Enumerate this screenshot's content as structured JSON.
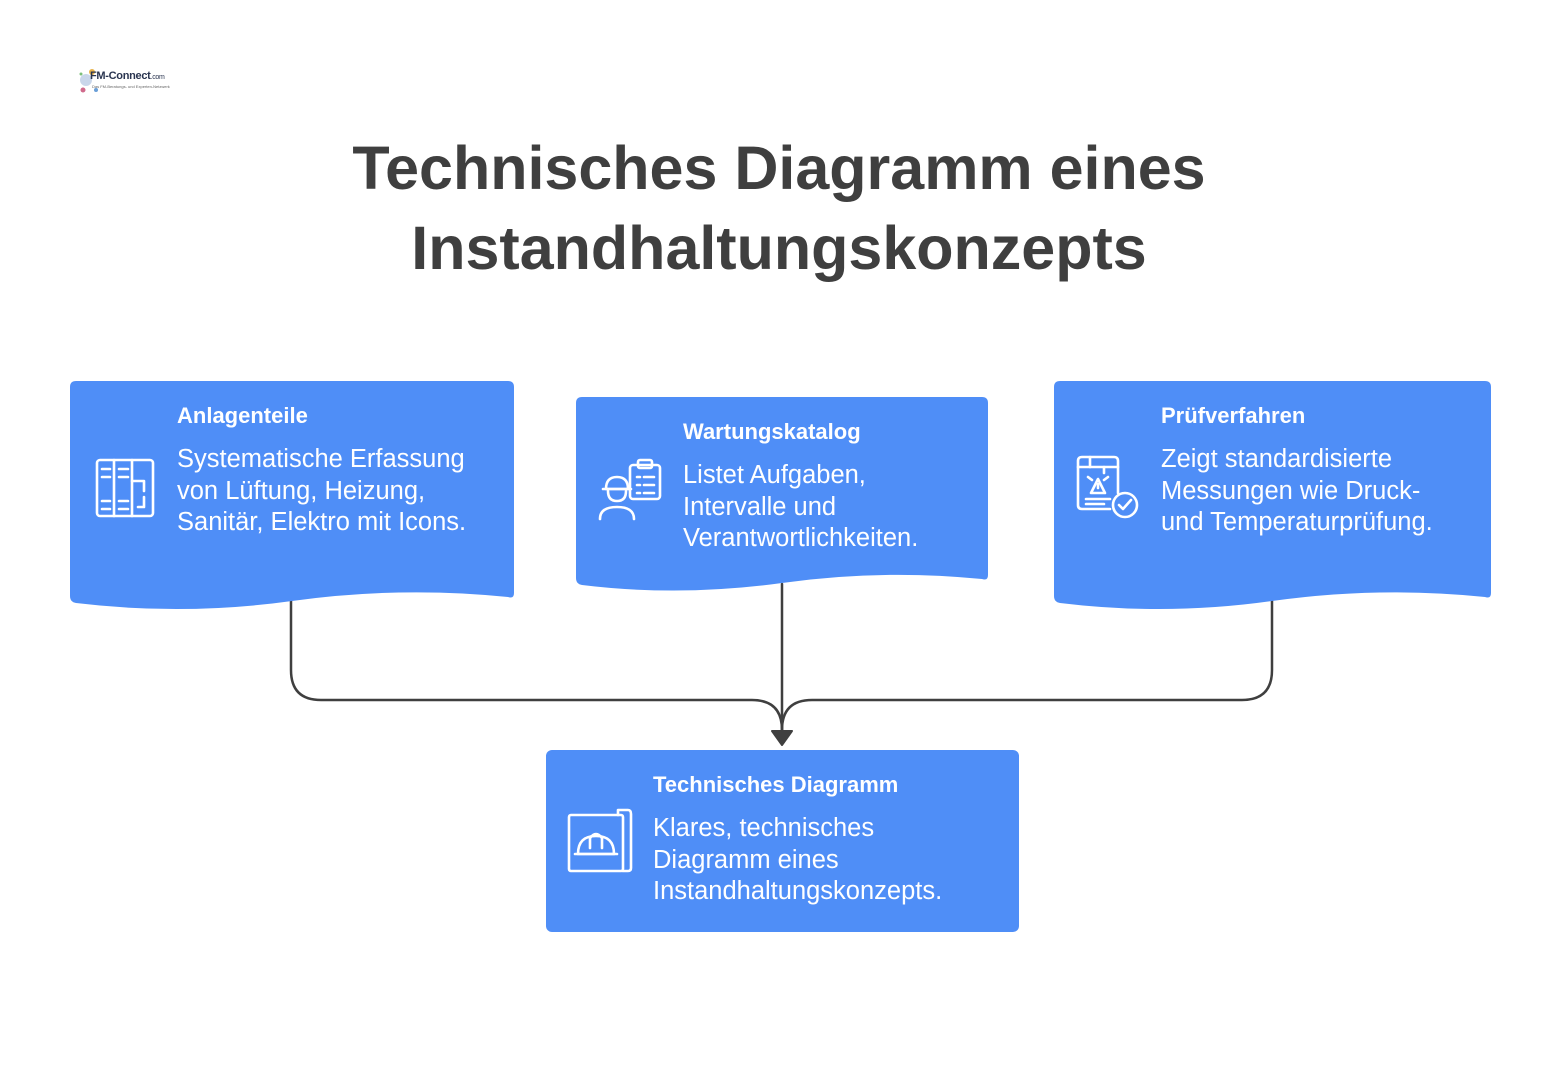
{
  "logo": {
    "text": "FM-Connect",
    "suffix": ".com",
    "tagline": "Das FM-Beratungs- und Experten-Netzwerk"
  },
  "title": {
    "line1": "Technisches Diagramm eines",
    "line2": "Instandhaltungskonzepts"
  },
  "colors": {
    "card": "#4f8ef7",
    "connector": "#3f3f3f",
    "title": "#3f3f3f"
  },
  "cards": {
    "anlagenteile": {
      "heading": "Anlagenteile",
      "body": "Systematische Erfassung von Lüftung, Heizung, Sanitär, Elektro mit Icons.",
      "icon": "building-floorplan-icon"
    },
    "wartungskatalog": {
      "heading": "Wartungskatalog",
      "body": "Listet Aufgaben, Intervalle und Verantwortlichkeiten.",
      "icon": "worker-checklist-icon"
    },
    "pruefverfahren": {
      "heading": "Prüfverfahren",
      "body": "Zeigt standardisierte Messungen wie Druck- und Temperaturprüfung.",
      "icon": "test-report-check-icon"
    },
    "diagramm": {
      "heading": "Technisches Diagramm",
      "body": "Klares, technisches Diagramm eines Instandhaltungskonzepts.",
      "icon": "blueprint-helmet-icon"
    }
  }
}
